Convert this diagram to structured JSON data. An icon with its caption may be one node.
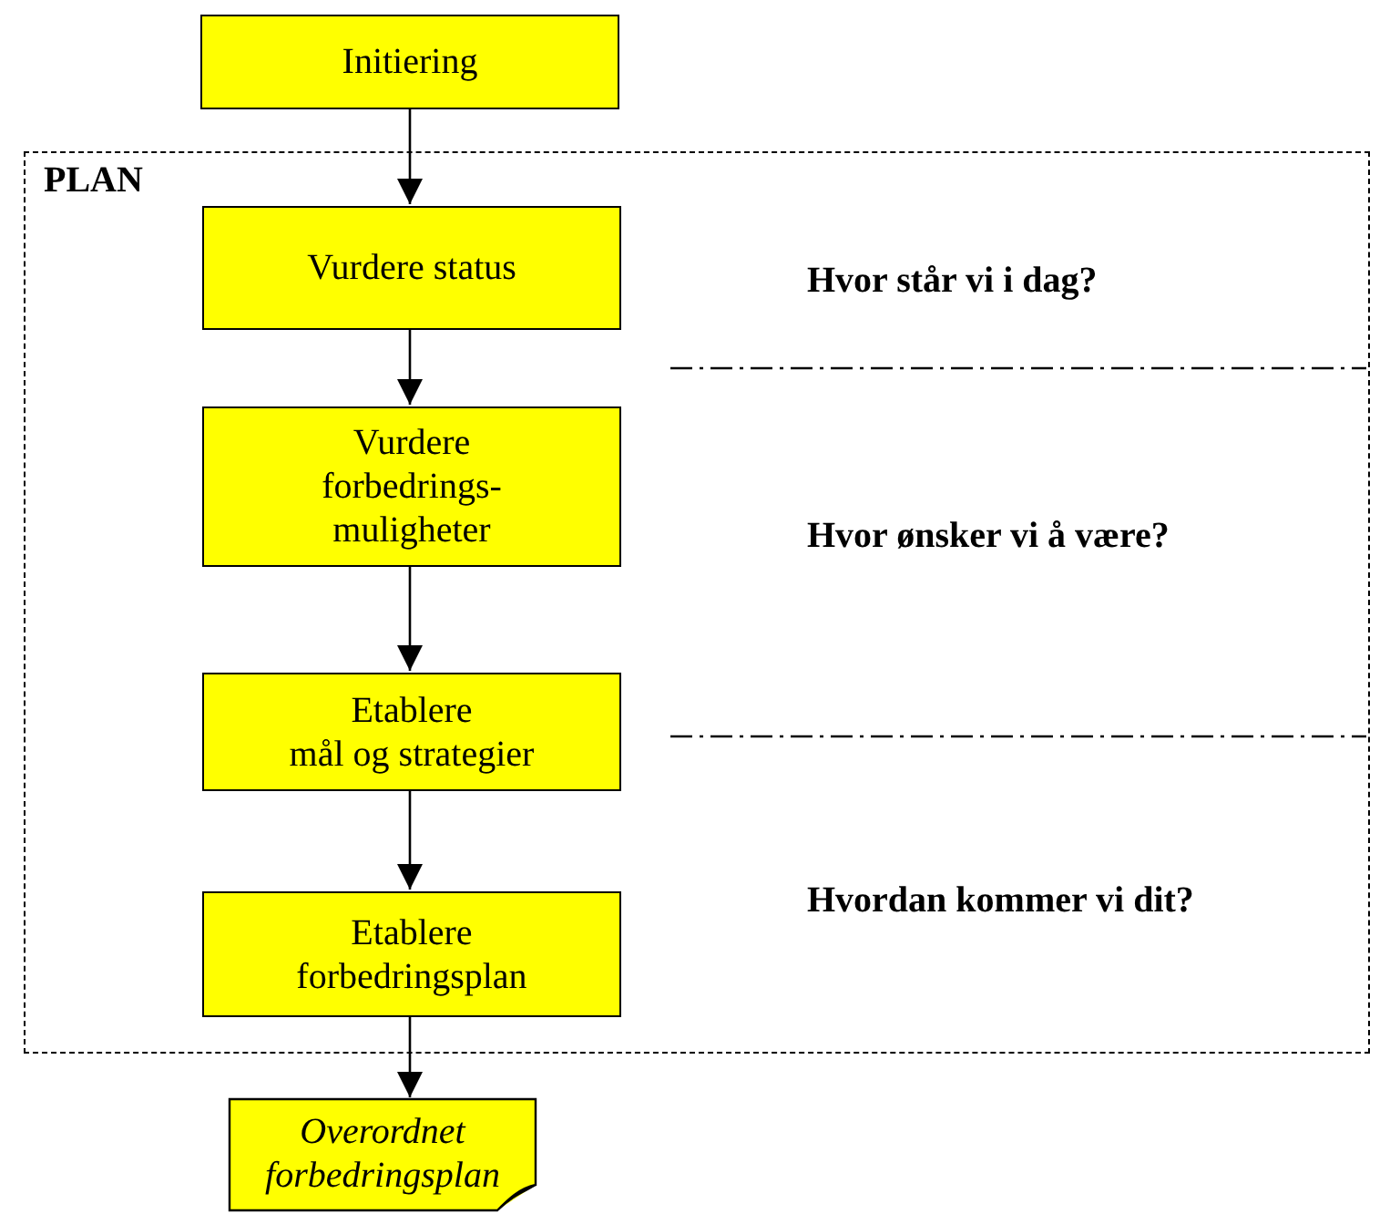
{
  "diagram": {
    "nodes": [
      {
        "text": [
          "Initiering"
        ]
      },
      {
        "text": [
          "PLAN"
        ]
      },
      {
        "text": [
          "Vurdere status"
        ],
        "in": 1
      },
      {
        "text": [
          "Vurdere forbedrings- muligheter"
        ],
        "in": 1
      },
      {
        "text": [
          "Etablere mål og strategier"
        ],
        "in": 1
      },
      {
        "text": [
          "Etablere forbedringsplan"
        ],
        "in": 1
      },
      {
        "text": [
          "Overordnet forbedringsplan"
        ]
      }
    ],
    "edges": [
      {
        "from": 0,
        "to": 2,
        "arrow": "to"
      },
      {
        "from": 2,
        "to": 3,
        "arrow": "to"
      },
      {
        "from": 3,
        "to": 4,
        "arrow": "to"
      },
      {
        "from": 4,
        "to": 5,
        "arrow": "to"
      },
      {
        "from": 5,
        "to": 6,
        "arrow": "to"
      }
    ],
    "labels": [
      "Hvor står vi i dag?",
      "Hvor ønsker vi å være?",
      "Hvordan kommer vi dit?"
    ]
  }
}
